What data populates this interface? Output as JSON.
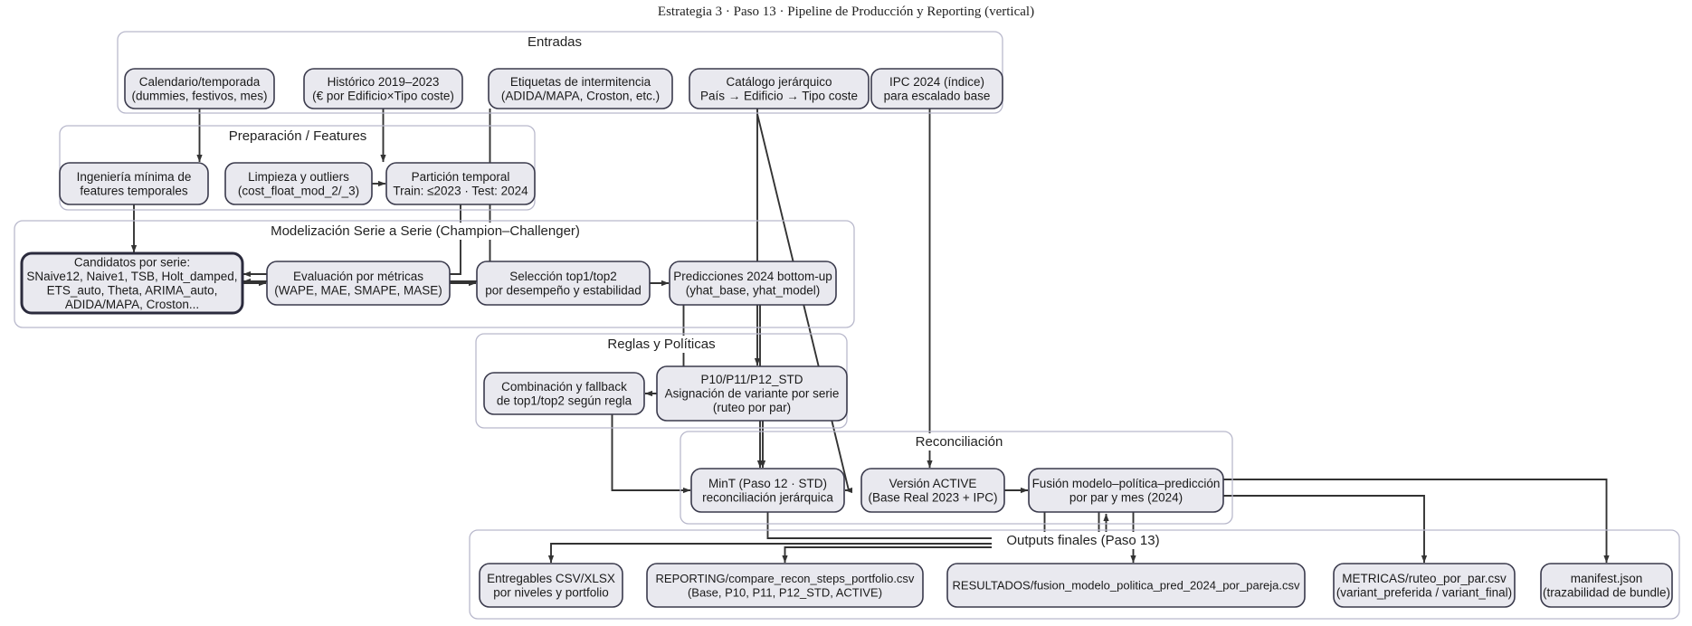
{
  "diagram": {
    "title": "Estrategia 3 · Paso 13 · Pipeline de Producción y Reporting (vertical)",
    "type": "flowchart",
    "orientation": "vertical",
    "style": {
      "node_fill": "#e9e9ef",
      "node_stroke": "#3a3a4c",
      "cluster_stroke": "#b9b9cc",
      "edge_color": "#333333",
      "background": "#ffffff"
    },
    "clusters": [
      {
        "id": "entradas",
        "label": "Entradas"
      },
      {
        "id": "prep",
        "label": "Preparación / Features"
      },
      {
        "id": "model",
        "label": "Modelización Serie a Serie (Champion–Challenger)"
      },
      {
        "id": "reglas",
        "label": "Reglas y Políticas"
      },
      {
        "id": "recon",
        "label": "Reconciliación"
      },
      {
        "id": "outputs",
        "label": "Outputs finales (Paso 13)"
      }
    ],
    "nodes": [
      {
        "id": "n_cal",
        "cluster": "entradas",
        "lines": [
          "Calendario/temporada",
          "(dummies, festivos, mes)"
        ]
      },
      {
        "id": "n_hist",
        "cluster": "entradas",
        "lines": [
          "Histórico 2019–2023",
          "(€ por Edificio×Tipo coste)"
        ]
      },
      {
        "id": "n_etiq",
        "cluster": "entradas",
        "lines": [
          "Etiquetas de intermitencia",
          "(ADIDA/MAPA, Croston, etc.)"
        ]
      },
      {
        "id": "n_cat",
        "cluster": "entradas",
        "lines": [
          "Catálogo jerárquico",
          "País → Edificio → Tipo coste"
        ]
      },
      {
        "id": "n_ipc",
        "cluster": "entradas",
        "lines": [
          "IPC 2024 (índice)",
          "para escalado base"
        ]
      },
      {
        "id": "n_ing",
        "cluster": "prep",
        "lines": [
          "Ingeniería mínima de",
          "features temporales"
        ]
      },
      {
        "id": "n_limp",
        "cluster": "prep",
        "lines": [
          "Limpieza y outliers",
          "(cost_float_mod_2/_3)"
        ]
      },
      {
        "id": "n_part",
        "cluster": "prep",
        "lines": [
          "Partición temporal",
          "Train: ≤2023 · Test: 2024"
        ]
      },
      {
        "id": "n_cand",
        "cluster": "model",
        "emphasis": true,
        "lines": [
          "Candidatos por serie:",
          "SNaive12, Naive1, TSB, Holt_damped,",
          "ETS_auto, Theta, ARIMA_auto,",
          "ADIDA/MAPA, Croston..."
        ]
      },
      {
        "id": "n_eval",
        "cluster": "model",
        "lines": [
          "Evaluación por métricas",
          "(WAPE, MAE, SMAPE, MASE)"
        ]
      },
      {
        "id": "n_sel",
        "cluster": "model",
        "lines": [
          "Selección top1/top2",
          "por desempeño y estabilidad"
        ]
      },
      {
        "id": "n_pred",
        "cluster": "model",
        "lines": [
          "Predicciones 2024 bottom-up",
          "(yhat_base, yhat_model)"
        ]
      },
      {
        "id": "n_comb",
        "cluster": "reglas",
        "lines": [
          "Combinación y fallback",
          "de top1/top2 según regla"
        ]
      },
      {
        "id": "n_p10",
        "cluster": "reglas",
        "lines": [
          "P10/P11/P12_STD",
          "Asignación de variante por serie",
          "(ruteo por par)"
        ]
      },
      {
        "id": "n_mint",
        "cluster": "recon",
        "lines": [
          "MinT (Paso 12 · STD)",
          "reconciliación jerárquica"
        ]
      },
      {
        "id": "n_act",
        "cluster": "recon",
        "lines": [
          "Versión ACTIVE",
          "(Base Real 2023 + IPC)"
        ]
      },
      {
        "id": "n_fus",
        "cluster": "recon",
        "lines": [
          "Fusión modelo–política–predicción",
          "por par y mes (2024)"
        ]
      },
      {
        "id": "n_o1",
        "cluster": "outputs",
        "lines": [
          "Entregables CSV/XLSX",
          "por niveles y portfolio"
        ]
      },
      {
        "id": "n_o2",
        "cluster": "outputs",
        "lines": [
          "REPORTING/compare_recon_steps_portfolio.csv",
          "(Base, P10, P11, P12_STD, ACTIVE)"
        ]
      },
      {
        "id": "n_o3",
        "cluster": "outputs",
        "lines": [
          "RESULTADOS/fusion_modelo_politica_pred_2024_por_pareja.csv"
        ]
      },
      {
        "id": "n_o4",
        "cluster": "outputs",
        "lines": [
          "METRICAS/ruteo_por_par.csv",
          "(variant_preferida / variant_final)"
        ]
      },
      {
        "id": "n_o5",
        "cluster": "outputs",
        "lines": [
          "manifest.json",
          "(trazabilidad de bundle)"
        ]
      }
    ],
    "edges": [
      {
        "from": "n_cal",
        "to": "n_ing"
      },
      {
        "from": "n_hist",
        "to": "n_limp"
      },
      {
        "from": "n_limp",
        "to": "n_part"
      },
      {
        "from": "n_ing",
        "to": "n_cand"
      },
      {
        "from": "n_part",
        "to": "n_cand"
      },
      {
        "from": "n_etiq",
        "to": "n_cand"
      },
      {
        "from": "n_cand",
        "to": "n_eval"
      },
      {
        "from": "n_eval",
        "to": "n_sel"
      },
      {
        "from": "n_sel",
        "to": "n_pred"
      },
      {
        "from": "n_sel",
        "to": "n_comb"
      },
      {
        "from": "n_cat",
        "to": "n_p10"
      },
      {
        "from": "n_ipc",
        "to": "n_act"
      },
      {
        "from": "n_comb",
        "to": "n_mint"
      },
      {
        "from": "n_pred",
        "to": "n_mint"
      },
      {
        "from": "n_p10",
        "to": "n_mint"
      },
      {
        "from": "n_cat",
        "to": "n_mint"
      },
      {
        "from": "n_act",
        "to": "n_fus"
      },
      {
        "from": "n_mint",
        "to": "n_fus"
      },
      {
        "from": "n_fus",
        "to": "n_o1"
      },
      {
        "from": "n_fus",
        "to": "n_o2"
      },
      {
        "from": "n_fus",
        "to": "n_o3"
      },
      {
        "from": "n_fus",
        "to": "n_o4"
      },
      {
        "from": "n_fus",
        "to": "n_o5"
      }
    ]
  }
}
